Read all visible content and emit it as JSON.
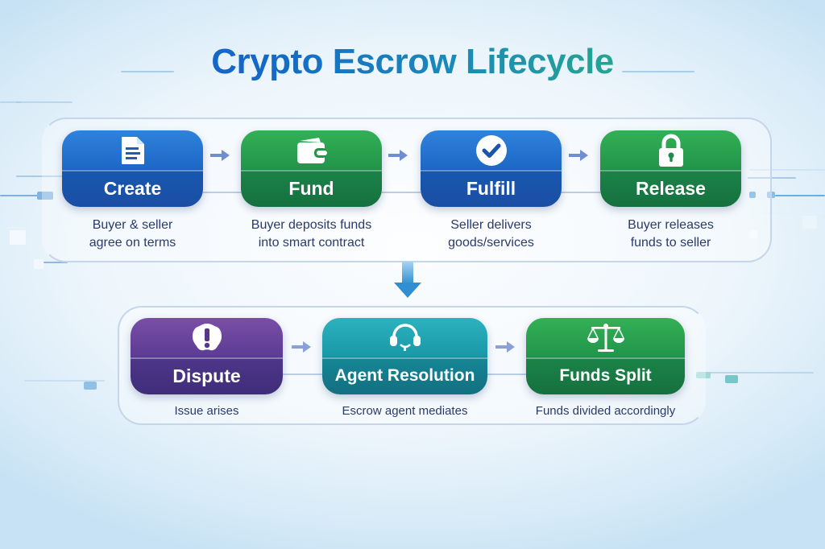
{
  "title": "Crypto Escrow Lifecycle",
  "colors": {
    "blue": "#1d68c6",
    "green": "#22954b",
    "purple": "#5c3c94",
    "teal": "#1a98a8",
    "arrow": "#6e8ed0",
    "down_arrow": "#3596d6",
    "description_text": "#2a3a6a"
  },
  "main_flow": [
    {
      "label": "Create",
      "icon": "document-icon",
      "description_line1": "Buyer & seller",
      "description_line2": "agree on terms",
      "color": "blue"
    },
    {
      "label": "Fund",
      "icon": "wallet-icon",
      "description_line1": "Buyer deposits funds",
      "description_line2": "into smart contract",
      "color": "green"
    },
    {
      "label": "Fulfill",
      "icon": "check-circle-icon",
      "description_line1": "Seller delivers",
      "description_line2": "goods/services",
      "color": "blue"
    },
    {
      "label": "Release",
      "icon": "lock-icon",
      "description_line1": "Buyer releases",
      "description_line2": "funds to seller",
      "color": "green"
    }
  ],
  "dispute_flow": [
    {
      "label": "Dispute",
      "icon": "alert-badge-icon",
      "description": "Issue arises",
      "color": "purple"
    },
    {
      "label": "Agent Resolution",
      "icon": "headset-icon",
      "description": "Escrow agent mediates",
      "color": "teal"
    },
    {
      "label": "Funds Split",
      "icon": "scales-icon",
      "description": "Funds divided accordingly",
      "color": "green"
    }
  ]
}
